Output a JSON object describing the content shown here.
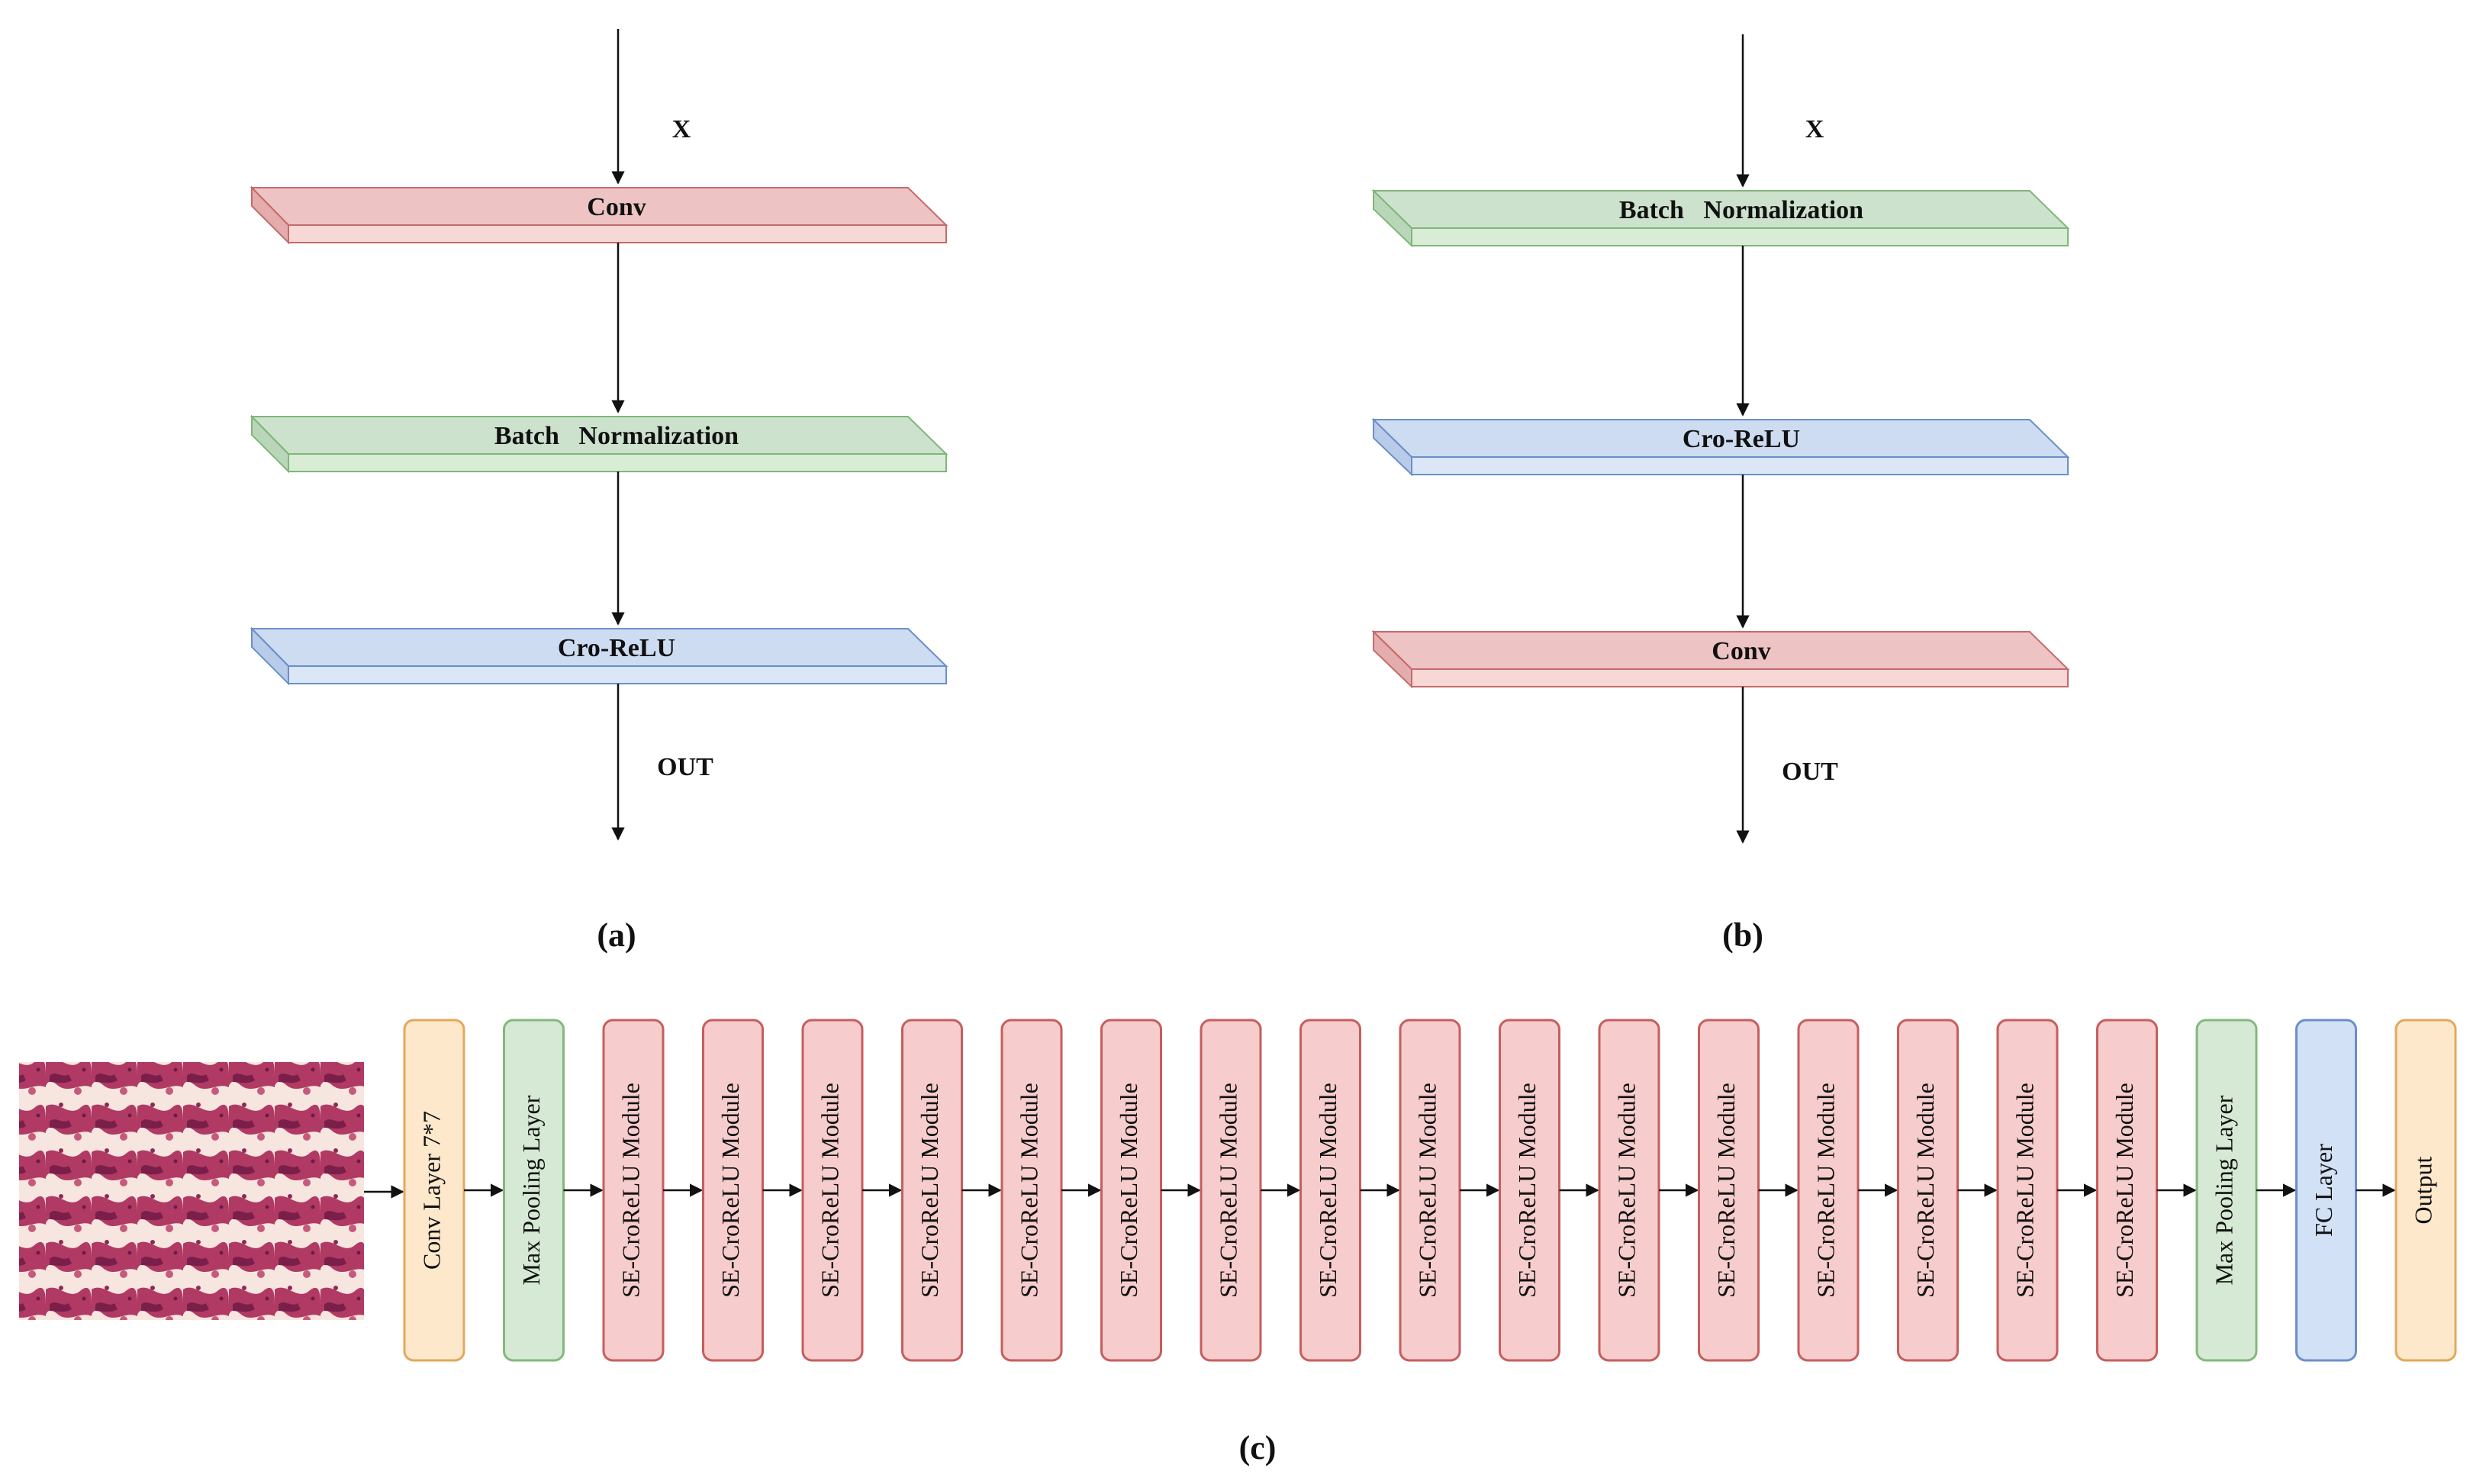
{
  "panel_a": {
    "caption": "(a)",
    "input_label": "X",
    "output_label": "OUT",
    "layers": [
      {
        "label": "Conv",
        "kind": "conv"
      },
      {
        "label": "Batch   Normalization",
        "kind": "bn"
      },
      {
        "label": "Cro-ReLU",
        "kind": "relu"
      }
    ]
  },
  "panel_b": {
    "caption": "(b)",
    "input_label": "X",
    "output_label": "OUT",
    "layers": [
      {
        "label": "Batch   Normalization",
        "kind": "bn"
      },
      {
        "label": "Cro-ReLU",
        "kind": "relu"
      },
      {
        "label": "Conv",
        "kind": "conv"
      }
    ]
  },
  "panel_c": {
    "caption": "(c)",
    "input_image": "histopathology-tissue-image",
    "blocks": [
      {
        "label": "Conv Layer 7*7",
        "kind": "orange"
      },
      {
        "label": "Max Pooling Layer",
        "kind": "green"
      },
      {
        "label": "SE-CroReLU Module",
        "kind": "red"
      },
      {
        "label": "SE-CroReLU Module",
        "kind": "red"
      },
      {
        "label": "SE-CroReLU Module",
        "kind": "red"
      },
      {
        "label": "SE-CroReLU Module",
        "kind": "red"
      },
      {
        "label": "SE-CroReLU Module",
        "kind": "red"
      },
      {
        "label": "SE-CroReLU Module",
        "kind": "red"
      },
      {
        "label": "SE-CroReLU Module",
        "kind": "red"
      },
      {
        "label": "SE-CroReLU Module",
        "kind": "red"
      },
      {
        "label": "SE-CroReLU Module",
        "kind": "red"
      },
      {
        "label": "SE-CroReLU Module",
        "kind": "red"
      },
      {
        "label": "SE-CroReLU Module",
        "kind": "red"
      },
      {
        "label": "SE-CroReLU Module",
        "kind": "red"
      },
      {
        "label": "SE-CroReLU Module",
        "kind": "red"
      },
      {
        "label": "SE-CroReLU Module",
        "kind": "red"
      },
      {
        "label": "SE-CroReLU Module",
        "kind": "red"
      },
      {
        "label": "SE-CroReLU Module",
        "kind": "red"
      },
      {
        "label": "Max Pooling Layer",
        "kind": "green"
      },
      {
        "label": "FC Layer",
        "kind": "blue"
      },
      {
        "label": "Output",
        "kind": "orange"
      }
    ]
  },
  "colors": {
    "conv_fill": "#eec3c3",
    "conv_side": "#f8d7d7",
    "conv_stroke": "#c66a6a",
    "bn_fill": "#cde2cd",
    "bn_side": "#d9ecd6",
    "bn_stroke": "#7fb67a",
    "relu_fill": "#cddcf1",
    "relu_side": "#dbe7f7",
    "relu_stroke": "#6c8fc8",
    "orange_fill": "#fde8cc",
    "orange_stroke": "#e3a85b",
    "green_fill": "#d5e9d4",
    "green_stroke": "#84b87d",
    "red_fill": "#f6cccc",
    "red_stroke": "#c65e5e",
    "blue_fill": "#d3e1f6",
    "blue_stroke": "#6d8fc9",
    "arrow": "#111111"
  }
}
